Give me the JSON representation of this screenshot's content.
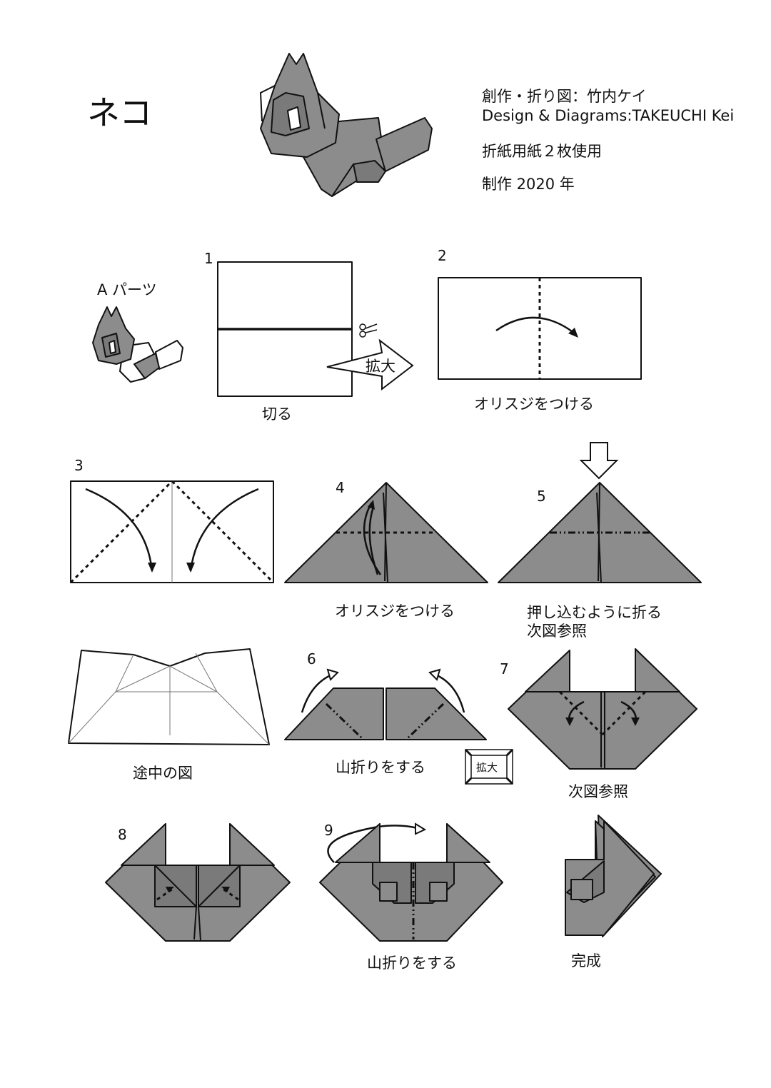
{
  "title": "ネコ",
  "credits": {
    "design_jp": "創作・折り図：竹内ケイ",
    "design_en": "Design & Diagrams:TAKEUCHI Kei",
    "paper": "折紙用紙２枚使用",
    "year": "制作 2020 年"
  },
  "part_label": "A パーツ",
  "steps": [
    {
      "num": "1",
      "caption": "切る",
      "zoom_label": "拡大"
    },
    {
      "num": "2",
      "caption": "オリスジをつける"
    },
    {
      "num": "3",
      "caption": ""
    },
    {
      "num": "4",
      "caption": "オリスジをつける"
    },
    {
      "num": "5",
      "caption": "押し込むように折る",
      "caption2": "次図参照"
    },
    {
      "num": "",
      "caption": "途中の図"
    },
    {
      "num": "6",
      "caption": "山折りをする",
      "zoom_label": "拡大"
    },
    {
      "num": "7",
      "caption": "次図参照"
    },
    {
      "num": "8",
      "caption": ""
    },
    {
      "num": "9",
      "caption": "山折りをする"
    },
    {
      "num": "",
      "caption": "完成"
    }
  ],
  "colors": {
    "paper_gray": "#8c8c8c",
    "ink": "#111111"
  },
  "icons": [
    "scissors-icon",
    "zoom-arrow-icon",
    "push-arrow-icon",
    "zoom-box-icon"
  ]
}
